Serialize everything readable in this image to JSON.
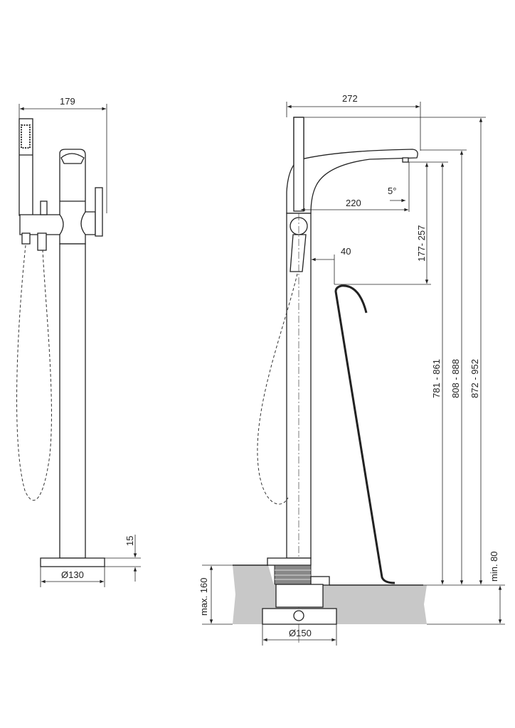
{
  "side_view": {
    "width_dim": "179",
    "base_height_dim": "15",
    "base_diameter_dim": "Ø130"
  },
  "front_view": {
    "overall_reach_dim": "272",
    "spout_to_handshower_dim": "220",
    "spout_angle_dim": "5°",
    "wall_offset_dim": "40",
    "tub_clearance_dim": "177- 257",
    "height_dim_1": "781 - 861",
    "height_dim_2": "808 - 888",
    "height_dim_3": "872 - 952",
    "min_depth_dim": "min. 80",
    "max_depth_dim": "max. 160",
    "base_diameter_dim": "Ø150"
  },
  "colors": {
    "line": "#222222",
    "floor": "#c8c8c8"
  }
}
